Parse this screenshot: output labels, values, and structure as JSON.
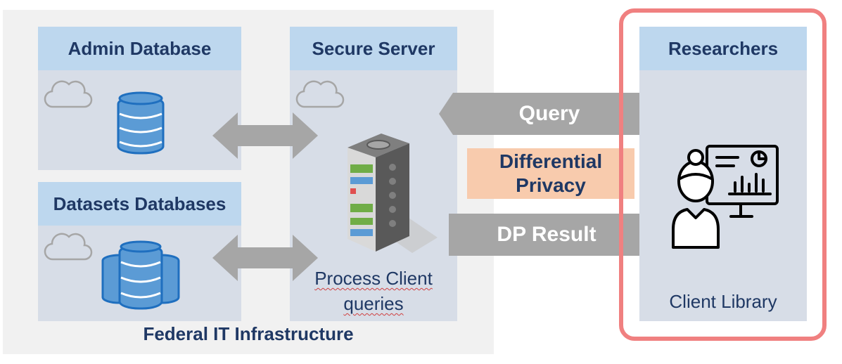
{
  "infrastructure": {
    "label": "Federal IT Infrastructure"
  },
  "admin_db": {
    "title": "Admin Database"
  },
  "datasets_db": {
    "title": "Datasets Databases"
  },
  "secure_server": {
    "title": "Secure Server",
    "caption_line1": "Process Client",
    "caption_line2": "queries"
  },
  "researchers": {
    "title": "Researchers",
    "caption": "Client Library"
  },
  "query_arrow": {
    "label": "Query"
  },
  "dp_box": {
    "line1": "Differential",
    "line2": "Privacy"
  },
  "result_arrow": {
    "label": "DP Result"
  },
  "colors": {
    "panel": "#d7dde7",
    "header": "#bdd7ee",
    "title_text": "#1f3864",
    "database_blue": "#2e75b6",
    "arrow_gray": "#a6a6a6",
    "dp_fill": "#f8cbad",
    "highlight": "#f08080"
  },
  "icons": [
    "cloud-icon",
    "database-icon",
    "server-icon",
    "researcher-icon",
    "double-arrow-icon"
  ]
}
